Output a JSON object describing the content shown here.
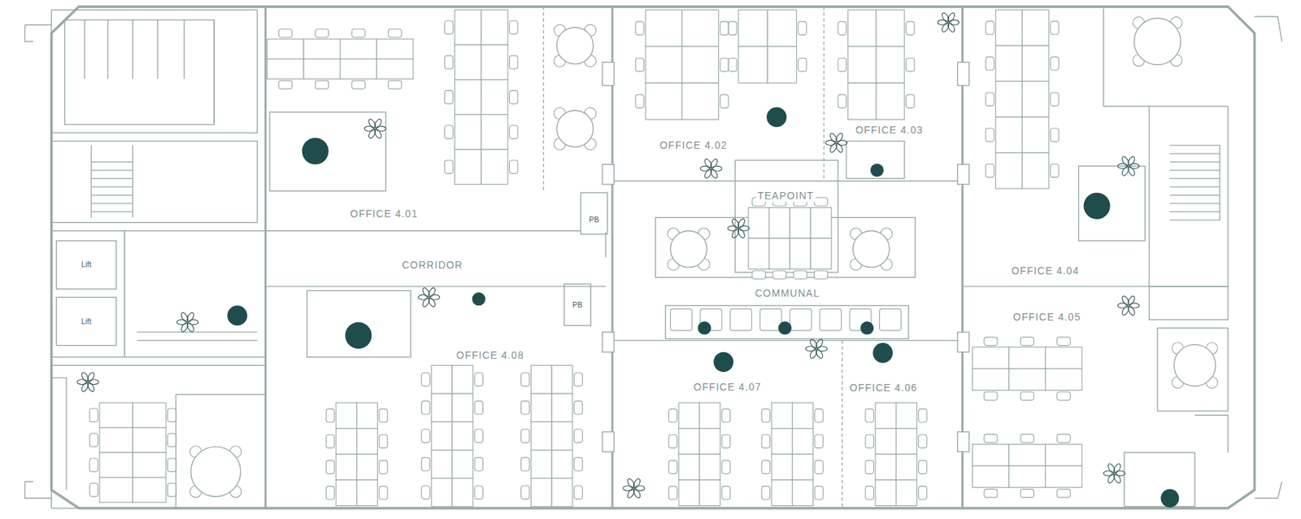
{
  "diagram": {
    "labels": [
      "OFFICE 4.01",
      "OFFICE 4.02",
      "OFFICE 4.03",
      "TEAPOINT",
      "CORRIDOR",
      "COMMUNAL",
      "OFFICE 4.04",
      "OFFICE 4.05",
      "OFFICE 4.06",
      "OFFICE 4.07",
      "OFFICE 4.08",
      "Lift",
      "Lift",
      "PB",
      "PB"
    ]
  }
}
